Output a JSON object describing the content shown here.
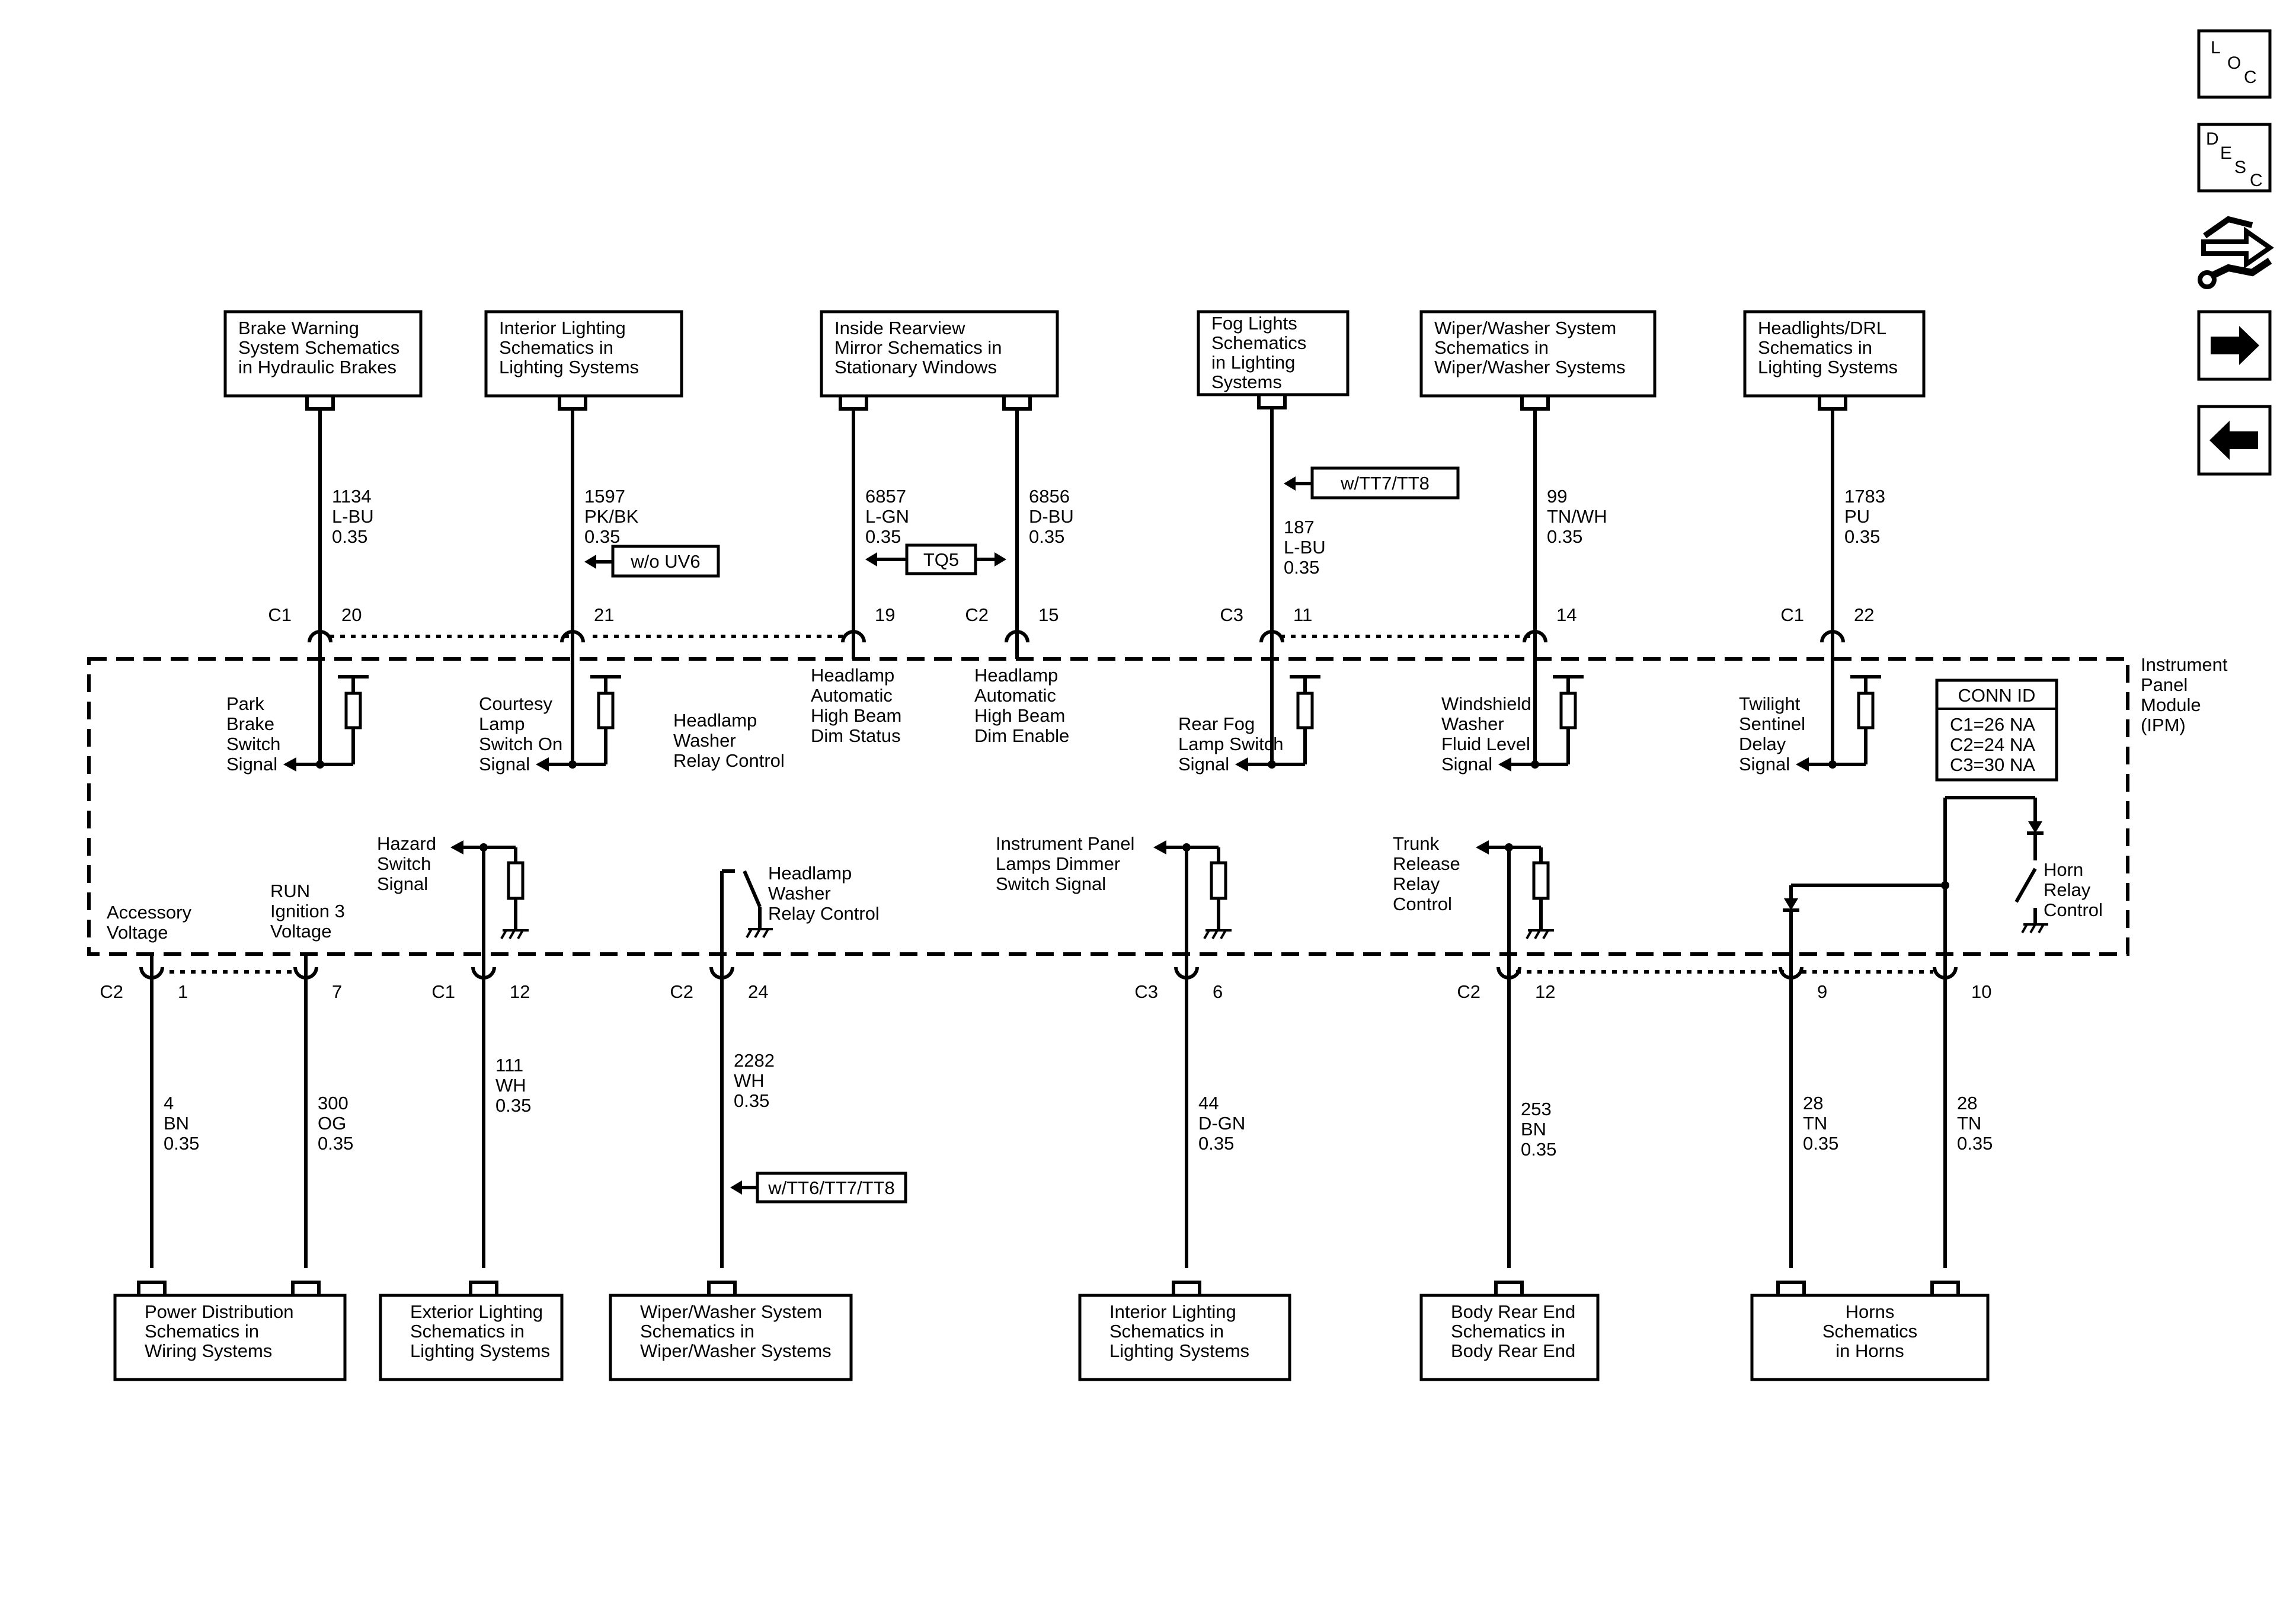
{
  "module": {
    "label": [
      "Instrument",
      "Panel",
      "Module",
      "(IPM)"
    ]
  },
  "conn_id": {
    "title": "CONN ID",
    "lines": [
      "C1=26 NA",
      "C2=24 NA",
      "C3=30 NA"
    ]
  },
  "nav": {
    "loc": {
      "letters": [
        "L",
        "O",
        "C"
      ]
    },
    "desc": {
      "letters": [
        "D",
        "E",
        "S",
        "C"
      ]
    }
  },
  "top_boxes": [
    {
      "id": "brake",
      "lines": [
        "Brake Warning",
        "System Schematics",
        "in Hydraulic Brakes"
      ]
    },
    {
      "id": "interior1",
      "lines": [
        "Interior Lighting",
        "Schematics in",
        "Lighting Systems"
      ]
    },
    {
      "id": "mirror",
      "lines": [
        "Inside Rearview",
        "Mirror Schematics in",
        "Stationary Windows"
      ]
    },
    {
      "id": "fog",
      "lines": [
        "Fog Lights",
        "Schematics",
        "in Lighting",
        "Systems"
      ]
    },
    {
      "id": "wiper1",
      "lines": [
        "Wiper/Washer System",
        "Schematics in",
        "Wiper/Washer Systems"
      ]
    },
    {
      "id": "headlights",
      "lines": [
        "Headlights/DRL",
        "Schematics in",
        "Lighting Systems"
      ]
    }
  ],
  "bottom_boxes": [
    {
      "id": "power",
      "lines": [
        "Power Distribution",
        "Schematics in",
        "Wiring Systems"
      ]
    },
    {
      "id": "exterior",
      "lines": [
        "Exterior Lighting",
        "Schematics in",
        "Lighting Systems"
      ]
    },
    {
      "id": "wiper2",
      "lines": [
        "Wiper/Washer System",
        "Schematics in",
        "Wiper/Washer Systems"
      ]
    },
    {
      "id": "interior2",
      "lines": [
        "Interior Lighting",
        "Schematics in",
        "Lighting Systems"
      ]
    },
    {
      "id": "bodyrear",
      "lines": [
        "Body Rear End",
        "Schematics in",
        "Body Rear End"
      ]
    },
    {
      "id": "horns",
      "lines": [
        "Horns",
        "Schematics",
        "in Horns"
      ]
    }
  ],
  "top_wires": [
    {
      "circuit": "1134",
      "color": "L-BU",
      "gauge": "0.35",
      "connector": "C1",
      "pin": "20",
      "signal": [
        "Park",
        "Brake",
        "Switch",
        "Signal"
      ]
    },
    {
      "circuit": "1597",
      "color": "PK/BK",
      "gauge": "0.35",
      "connector": "",
      "pin": "21",
      "signal": [
        "Courtesy",
        "Lamp",
        "Switch On",
        "Signal"
      ],
      "option": "w/o UV6"
    },
    {
      "circuit": "6857",
      "color": "L-GN",
      "gauge": "0.35",
      "connector": "",
      "pin": "19",
      "signal": [
        "Headlamp",
        "Automatic",
        "High Beam",
        "Dim Status"
      ]
    },
    {
      "circuit": "6856",
      "color": "D-BU",
      "gauge": "0.35",
      "connector": "C2",
      "pin": "15",
      "signal": [
        "Headlamp",
        "Automatic",
        "High Beam",
        "Dim Enable"
      ]
    },
    {
      "circuit": "187",
      "color": "L-BU",
      "gauge": "0.35",
      "connector": "C3",
      "pin": "11",
      "signal": [
        "Rear Fog",
        "Lamp Switch",
        "Signal"
      ],
      "option": "w/TT7/TT8"
    },
    {
      "circuit": "99",
      "color": "TN/WH",
      "gauge": "0.35",
      "connector": "",
      "pin": "14",
      "signal": [
        "Windshield",
        "Washer",
        "Fluid Level",
        "Signal"
      ]
    },
    {
      "circuit": "1783",
      "color": "PU",
      "gauge": "0.35",
      "connector": "C1",
      "pin": "22",
      "signal": [
        "Twilight",
        "Sentinel",
        "Delay",
        "Signal"
      ]
    }
  ],
  "mirror_option": "TQ5",
  "relay_label_upper": [
    "Headlamp",
    "Washer",
    "Relay Control"
  ],
  "bottom_wires": [
    {
      "circuit": "4",
      "color": "BN",
      "gauge": "0.35",
      "connector": "C2",
      "pin": "1",
      "signal": [
        "Accessory",
        "Voltage"
      ]
    },
    {
      "circuit": "300",
      "color": "OG",
      "gauge": "0.35",
      "connector": "",
      "pin": "7",
      "signal": [
        "RUN",
        "Ignition 3",
        "Voltage"
      ]
    },
    {
      "circuit": "111",
      "color": "WH",
      "gauge": "0.35",
      "connector": "C1",
      "pin": "12",
      "signal": [
        "Hazard",
        "Switch",
        "Signal"
      ]
    },
    {
      "circuit": "2282",
      "color": "WH",
      "gauge": "0.35",
      "connector": "C2",
      "pin": "24",
      "signal": [
        "Headlamp",
        "Washer",
        "Relay Control"
      ],
      "option": "w/TT6/TT7/TT8"
    },
    {
      "circuit": "44",
      "color": "D-GN",
      "gauge": "0.35",
      "connector": "C3",
      "pin": "6",
      "signal": [
        "Instrument Panel",
        "Lamps Dimmer",
        "Switch Signal"
      ]
    },
    {
      "circuit": "253",
      "color": "BN",
      "gauge": "0.35",
      "connector": "C2",
      "pin": "12",
      "signal": [
        "Trunk",
        "Release",
        "Relay",
        "Control"
      ]
    },
    {
      "circuit": "28",
      "color": "TN",
      "gauge": "0.35",
      "connector": "",
      "pin": "9",
      "signal": []
    },
    {
      "circuit": "28",
      "color": "TN",
      "gauge": "0.35",
      "connector": "",
      "pin": "10",
      "signal": [
        "Horn",
        "Relay",
        "Control"
      ]
    }
  ]
}
